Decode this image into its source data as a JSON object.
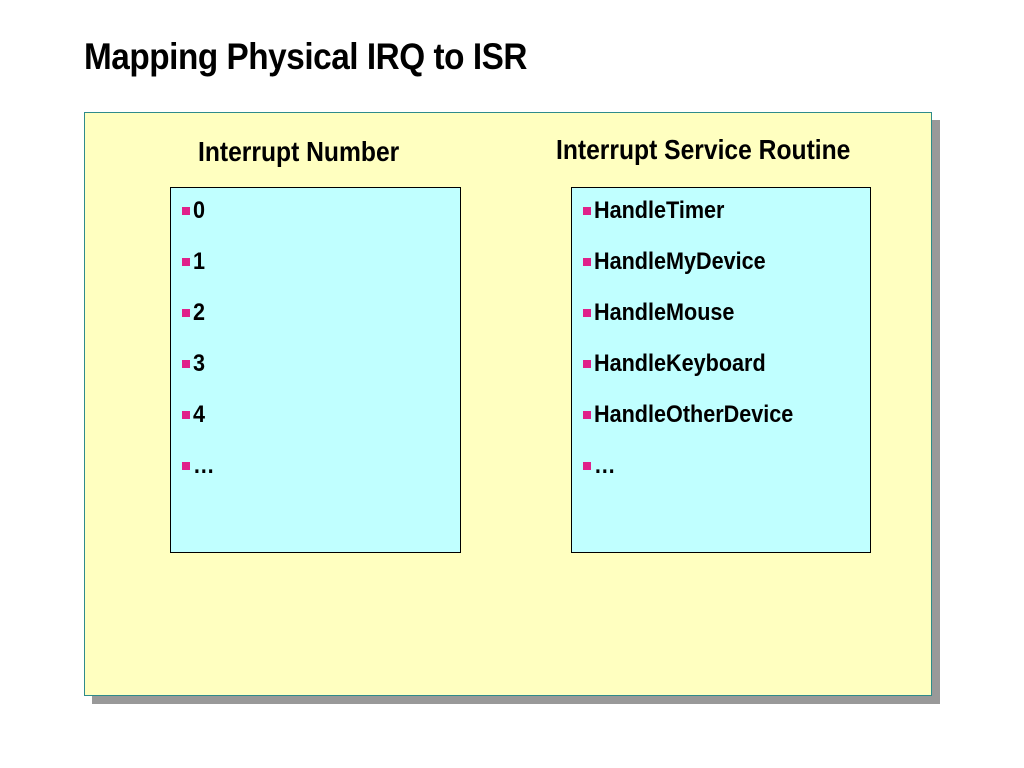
{
  "slide": {
    "title": "Mapping Physical IRQ to ISR"
  },
  "columns": {
    "interrupt_number": {
      "heading": "Interrupt Number",
      "items": [
        "0",
        "1",
        "2",
        "3",
        "4",
        "…"
      ]
    },
    "interrupt_service_routine": {
      "heading": "Interrupt Service Routine",
      "items": [
        "HandleTimer",
        "HandleMyDevice",
        "HandleMouse",
        "HandleKeyboard",
        "HandleOtherDevice",
        "…"
      ]
    }
  },
  "colors": {
    "panel_background": "#ffffc0",
    "panel_border": "#2e8b8b",
    "list_background": "#c0ffff",
    "bullet": "#e0218a",
    "shadow": "#999999"
  },
  "icons": {
    "bullet": "square-bullet-icon"
  }
}
